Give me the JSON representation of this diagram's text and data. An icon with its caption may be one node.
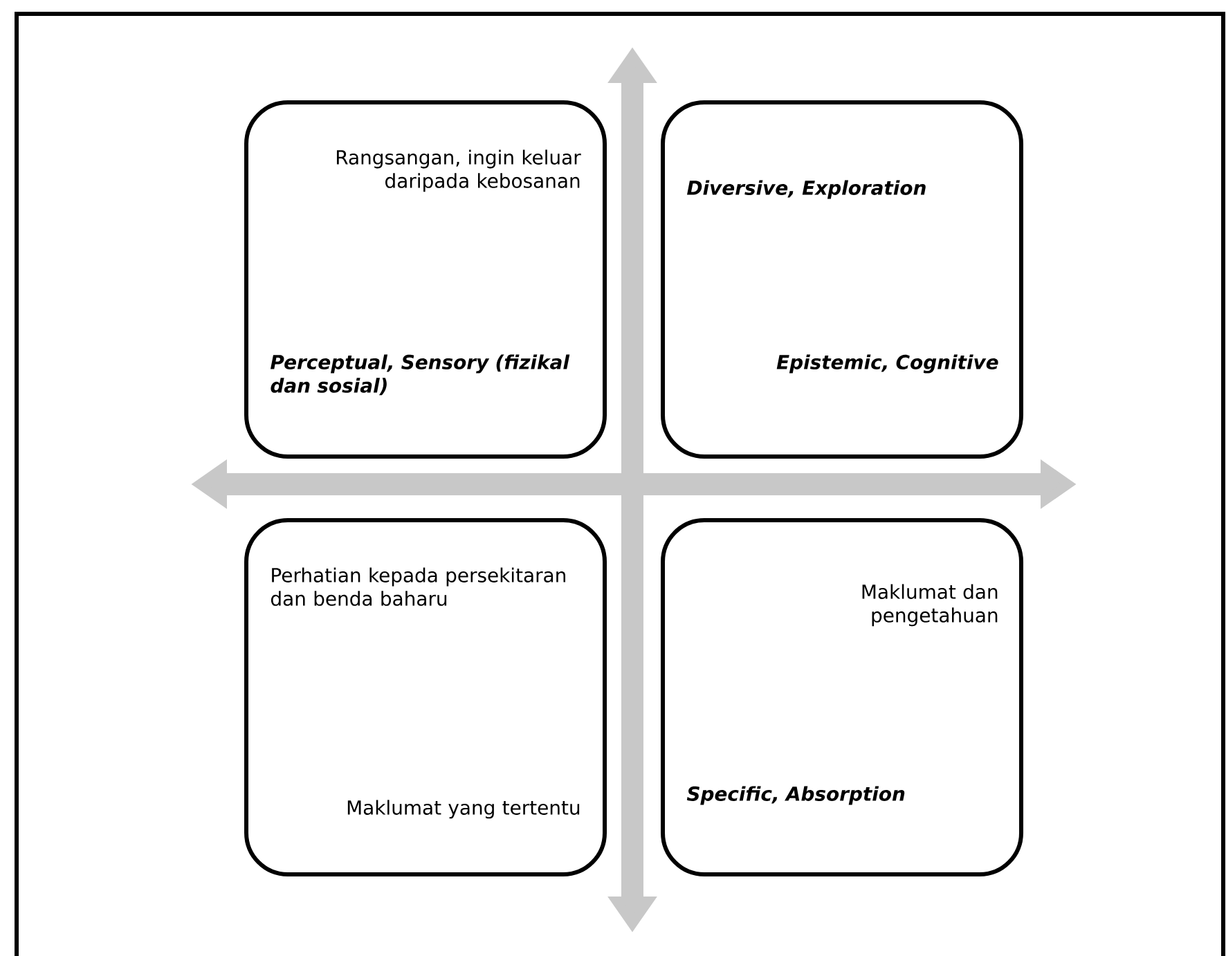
{
  "diagram": {
    "nodes": [
      {
        "text": [
          "Rangsangan, ingin keluar daripada kebosanan",
          "Perceptual, Sensory (fizikal dan sosial)"
        ]
      },
      {
        "text": [
          "Diversive, Exploration",
          "Epistemic, Cognitive"
        ]
      },
      {
        "text": [
          "Perhatian kepada persekitaran dan benda baharu",
          "Maklumat yang tertentu"
        ]
      },
      {
        "text": [
          "Maklumat dan pengetahuan",
          "Specific, Absorption"
        ]
      }
    ]
  }
}
